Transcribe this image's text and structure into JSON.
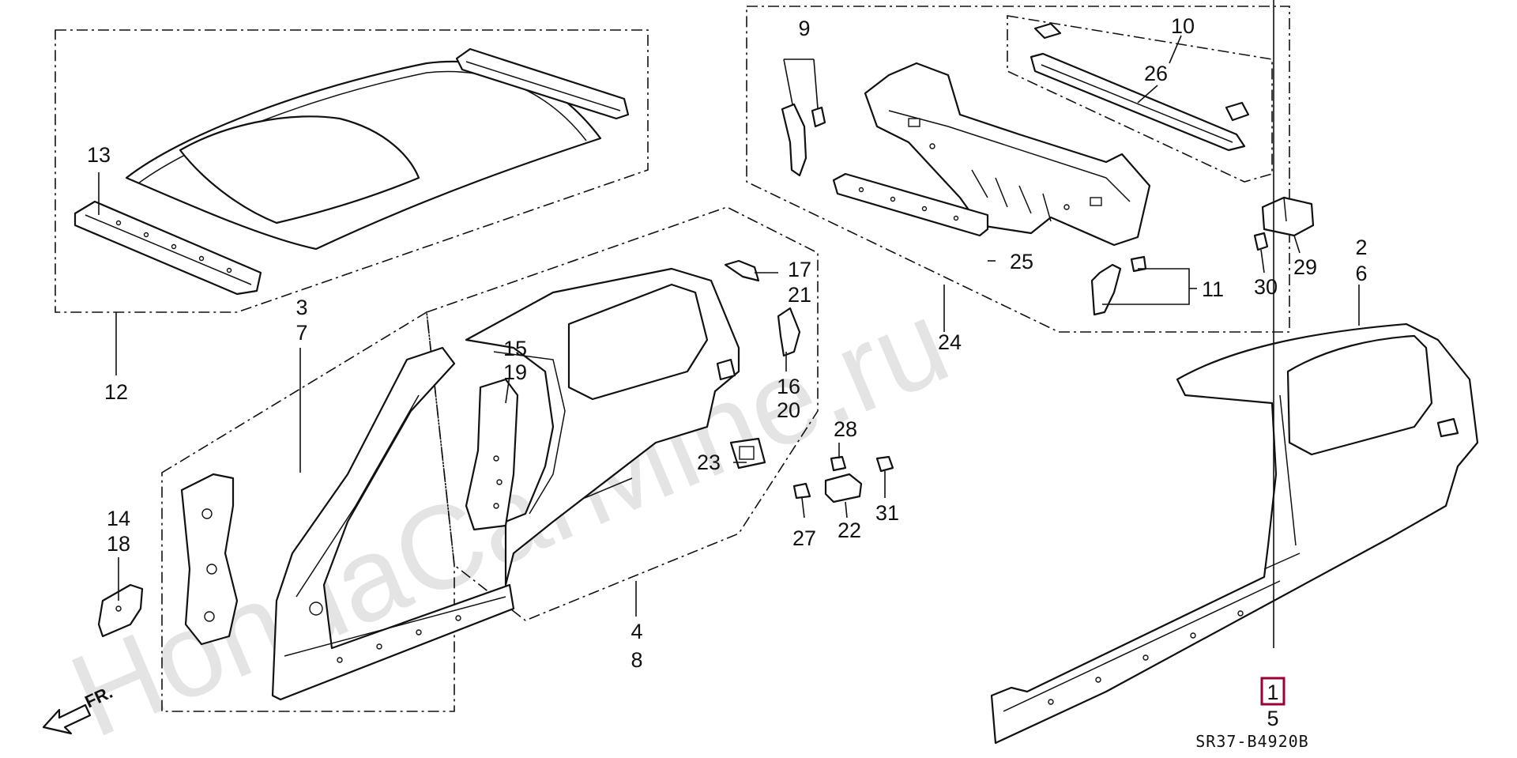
{
  "diagram": {
    "watermark": "HondaCarMine.ru",
    "code": "SR37-B4920B",
    "front_indicator": "FR.",
    "highlighted_label": "1",
    "labels": [
      "2",
      "6",
      "3",
      "7",
      "12",
      "13",
      "14",
      "18",
      "15",
      "19",
      "17",
      "21",
      "16",
      "20",
      "23",
      "28",
      "27",
      "22",
      "31",
      "4",
      "8",
      "9",
      "10",
      "26",
      "25",
      "24",
      "11",
      "30",
      "29",
      "1",
      "5"
    ]
  },
  "colors": {
    "line": "#111111",
    "background": "#ffffff",
    "highlight": "#9c0035",
    "watermark": "#e4e4e4"
  }
}
